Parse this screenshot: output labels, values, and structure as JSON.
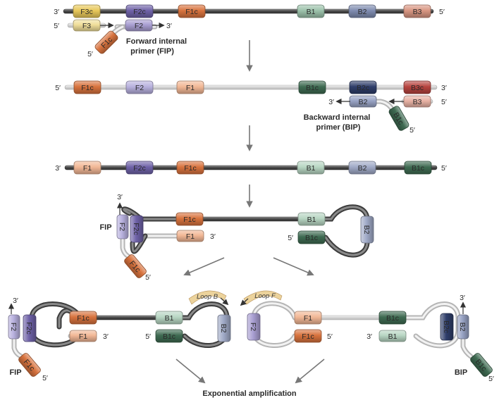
{
  "colors": {
    "F3": "#e8c85a",
    "F2": "#6f62a8",
    "F1": "#d8733e",
    "B1": "#9cc2ab",
    "B2": "#7f8cb0",
    "B3": "#d99682",
    "dark_strand": "#555555",
    "light_strand": "#d8d8d8",
    "loop_tag": "#ecd39c"
  },
  "ends": {
    "p3": "3′",
    "p5": "5′"
  },
  "labels": {
    "F3c": "F3c",
    "F2c": "F2c",
    "F1c": "F1c",
    "B1": "B1",
    "B2": "B2",
    "B3": "B3",
    "F3": "F3",
    "F2": "F2",
    "F1": "F1",
    "B1c": "B1c",
    "B2c": "B2c",
    "B3c": "B3c"
  },
  "captions": {
    "fip_line1": "Forward internal",
    "fip_line2": "primer (FIP)",
    "bip_line1": "Backward internal",
    "bip_line2": "primer (BIP)",
    "fip": "FIP",
    "bip": "BIP",
    "loop_b": "Loop B",
    "loop_f": "Loop F",
    "exponential": "Exponential amplification"
  }
}
